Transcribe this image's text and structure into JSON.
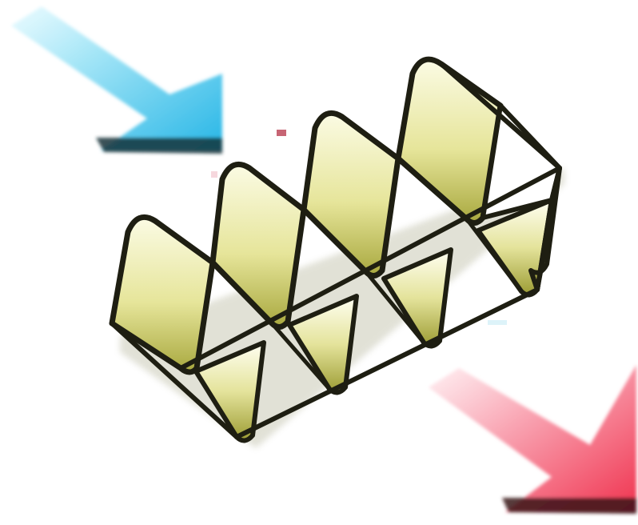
{
  "icon": {
    "subject": "corrugated-fin-heat-exchanger-icon",
    "colors": {
      "fin_light": "#fbfbe4",
      "fin_mid": "#e6e59a",
      "fin_dark": "#a8a83e",
      "outline": "#1e1e12",
      "inlet_arrow": "#27b6e6",
      "inlet_arrow_light": "#c8f0fb",
      "outlet_arrow": "#f0334f",
      "outlet_arrow_light": "#fde0e5",
      "background": "#ffffff"
    }
  },
  "arrows": [
    {
      "name": "inlet-flow-arrow-icon",
      "direction": "down-right",
      "color": "#27b6e6"
    },
    {
      "name": "outlet-flow-arrow-icon",
      "direction": "down-right",
      "color": "#f0334f"
    }
  ],
  "fins": {
    "count": 4
  }
}
